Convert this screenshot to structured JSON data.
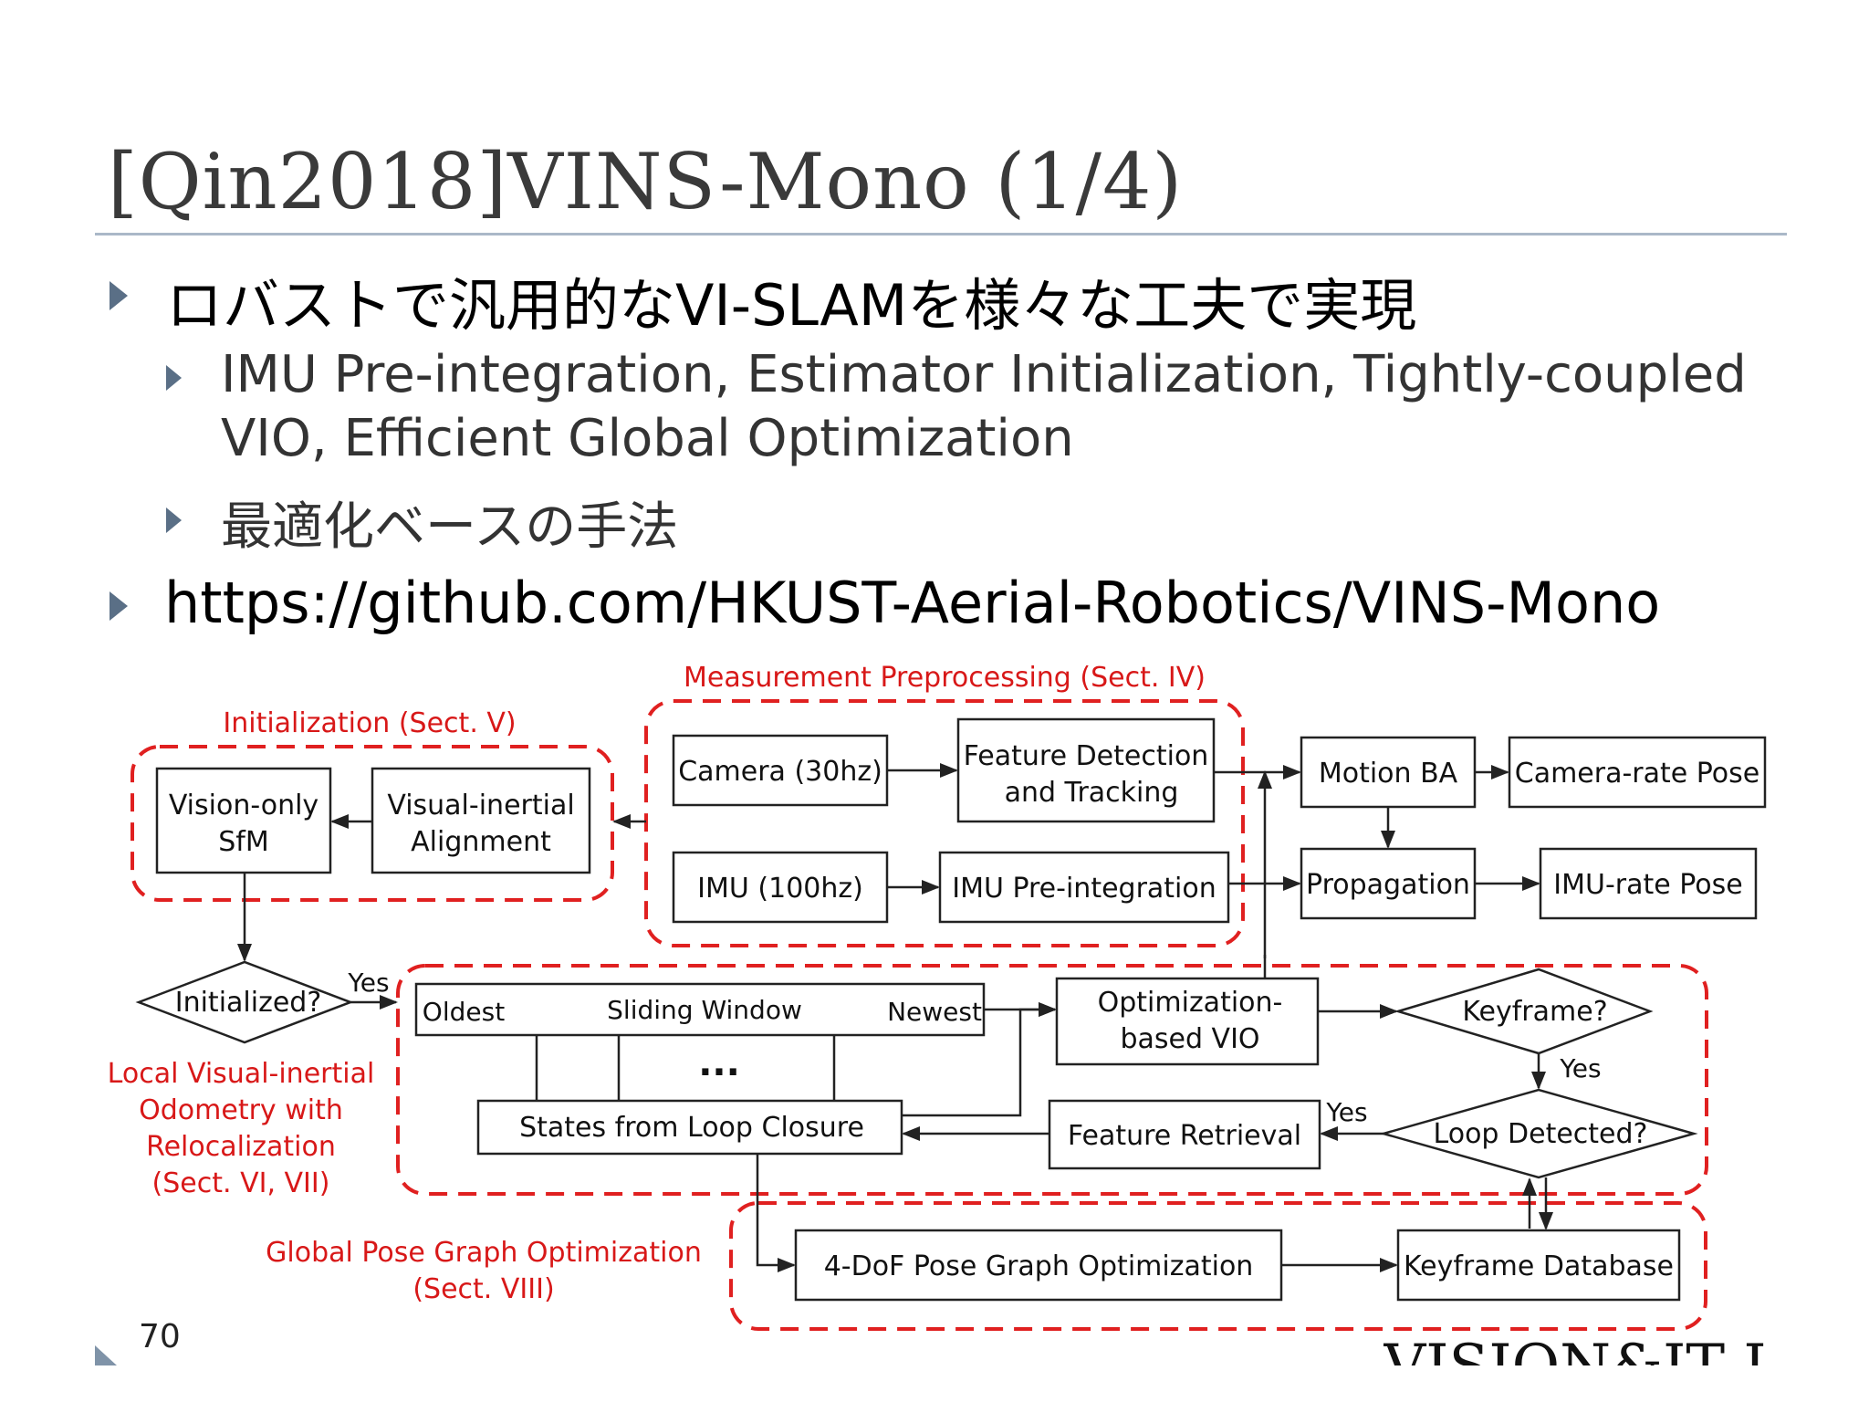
{
  "slide": {
    "title": "[Qin2018]VINS-Mono (1/4)",
    "page_number": "70",
    "bullets": [
      "ロバストで汎用的なVI-SLAMを様々な工夫で実現",
      "https://github.com/HKUST-Aerial-Robotics/VINS-Mono"
    ],
    "sub_bullets": [
      "IMU Pre-integration,  Estimator Initialization, Tightly-coupled",
      "VIO,  Efficient Global Optimization",
      "最適化ベースの手法"
    ],
    "footer_logo_text": "VISION&IT Lab"
  },
  "diagram": {
    "regions": {
      "measurement": "Measurement Preprocessing (Sect. IV)",
      "initialization": "Initialization (Sect. V)",
      "local_lines": [
        "Local Visual-inertial",
        "Odometry with",
        "Relocalization",
        "(Sect. VI, VII)"
      ],
      "global_lines": [
        "Global Pose Graph Optimization",
        "(Sect. VIII)"
      ]
    },
    "nodes": {
      "camera": "Camera (30hz)",
      "feature_detection": [
        "Feature Detection",
        "and Tracking"
      ],
      "imu": "IMU (100hz)",
      "imu_preint": "IMU Pre-integration",
      "motion_ba": "Motion BA",
      "camera_rate_pose": "Camera-rate Pose",
      "propagation": "Propagation",
      "imu_rate_pose": "IMU-rate Pose",
      "vision_sfm": [
        "Vision-only",
        "SfM"
      ],
      "vi_alignment": [
        "Visual-inertial",
        "Alignment"
      ],
      "initialized": "Initialized?",
      "oldest": "Oldest",
      "sliding_window": "Sliding Window",
      "newest": "Newest",
      "dots": "...",
      "states_loop": "States from Loop Closure",
      "opt_vio": [
        "Optimization-",
        "based VIO"
      ],
      "keyframe_q": "Keyframe?",
      "loop_q": "Loop Detected?",
      "feature_retrieval": "Feature Retrieval",
      "pose_graph": "4-DoF Pose Graph Optimization",
      "keyframe_db": "Keyframe Database"
    },
    "edge_labels": {
      "yes_init": "Yes",
      "yes_keyframe": "Yes",
      "yes_loop": "Yes"
    },
    "colors": {
      "region": "#e02020",
      "box": "#222222",
      "label_red": "#d81818"
    }
  }
}
